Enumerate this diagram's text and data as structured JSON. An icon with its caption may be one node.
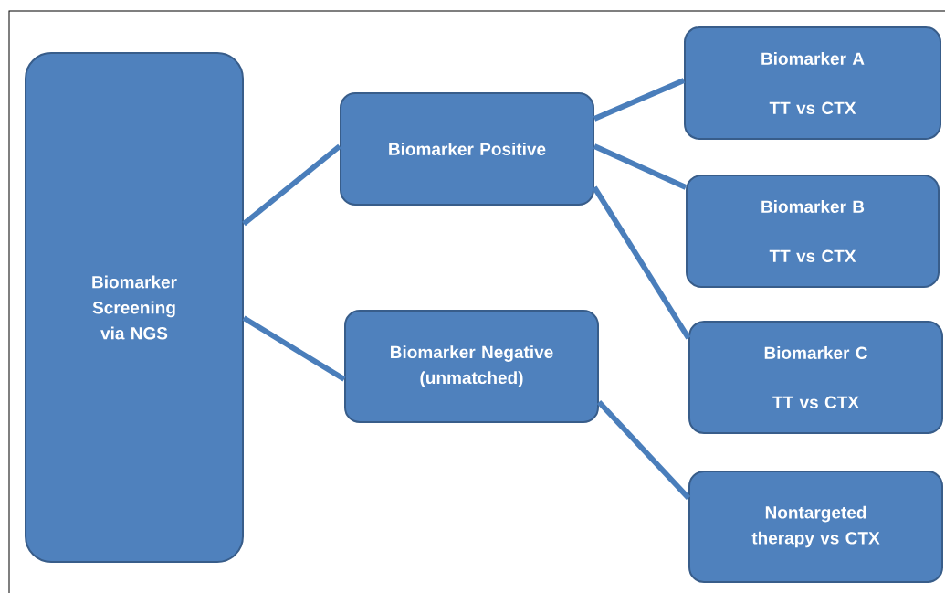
{
  "diagram": {
    "nodes": [
      {
        "text": [
          "Biomarker Screening via NGS"
        ]
      },
      {
        "text": [
          "Biomarker Positive"
        ]
      },
      {
        "text": [
          "Biomarker Negative (unmatched)"
        ]
      },
      {
        "text": [
          "Biomarker A",
          "TT vs CTX"
        ]
      },
      {
        "text": [
          "Biomarker B",
          "TT vs CTX"
        ]
      },
      {
        "text": [
          "Biomarker C",
          "TT vs CTX"
        ]
      },
      {
        "text": [
          "Nontargeted therapy vs CTX"
        ]
      }
    ],
    "edges": [
      {
        "from": 0,
        "to": 1,
        "arrow": "none"
      },
      {
        "from": 0,
        "to": 2,
        "arrow": "none"
      },
      {
        "from": 1,
        "to": 3,
        "arrow": "none"
      },
      {
        "from": 1,
        "to": 4,
        "arrow": "none"
      },
      {
        "from": 1,
        "to": 5,
        "arrow": "none"
      },
      {
        "from": 2,
        "to": 6,
        "arrow": "none"
      }
    ]
  }
}
